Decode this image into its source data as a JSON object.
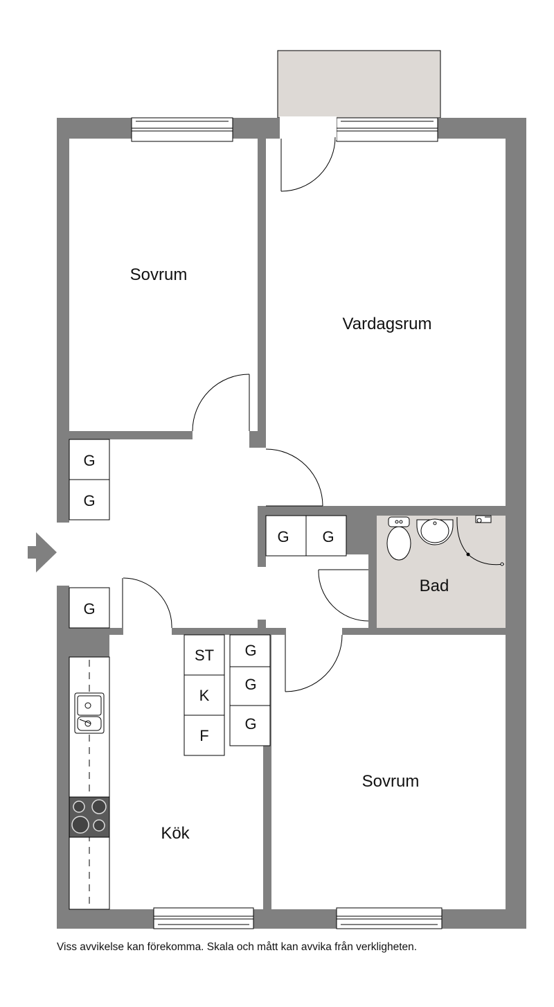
{
  "colors": {
    "wall": "#808080",
    "floor": "#ffffff",
    "balcony": "#ddd9d5",
    "bathroom": "#ddd9d5",
    "stove": "#5a5a5a",
    "line": "#000000"
  },
  "rooms": {
    "bedroom_top": "Sovrum",
    "living_room": "Vardagsrum",
    "bathroom": "Bad",
    "bedroom_bottom": "Sovrum",
    "kitchen": "Kök"
  },
  "cabinets": {
    "hall_left_1": "G",
    "hall_left_2": "G",
    "hall_mid_1": "G",
    "hall_mid_2": "G",
    "hall_left_3": "G",
    "col_a_1": "ST",
    "col_a_2": "K",
    "col_a_3": "F",
    "col_b_1": "G",
    "col_b_2": "G",
    "col_b_3": "G"
  },
  "icons": [
    "entrance-arrow-icon",
    "toilet-icon",
    "washbasin-icon",
    "shower-icon",
    "sink-icon",
    "stove-icon",
    "door-swing-icon",
    "window-icon"
  ],
  "disclaimer": "Viss avvikelse kan förekomma. Skala och mått kan avvika från verkligheten."
}
